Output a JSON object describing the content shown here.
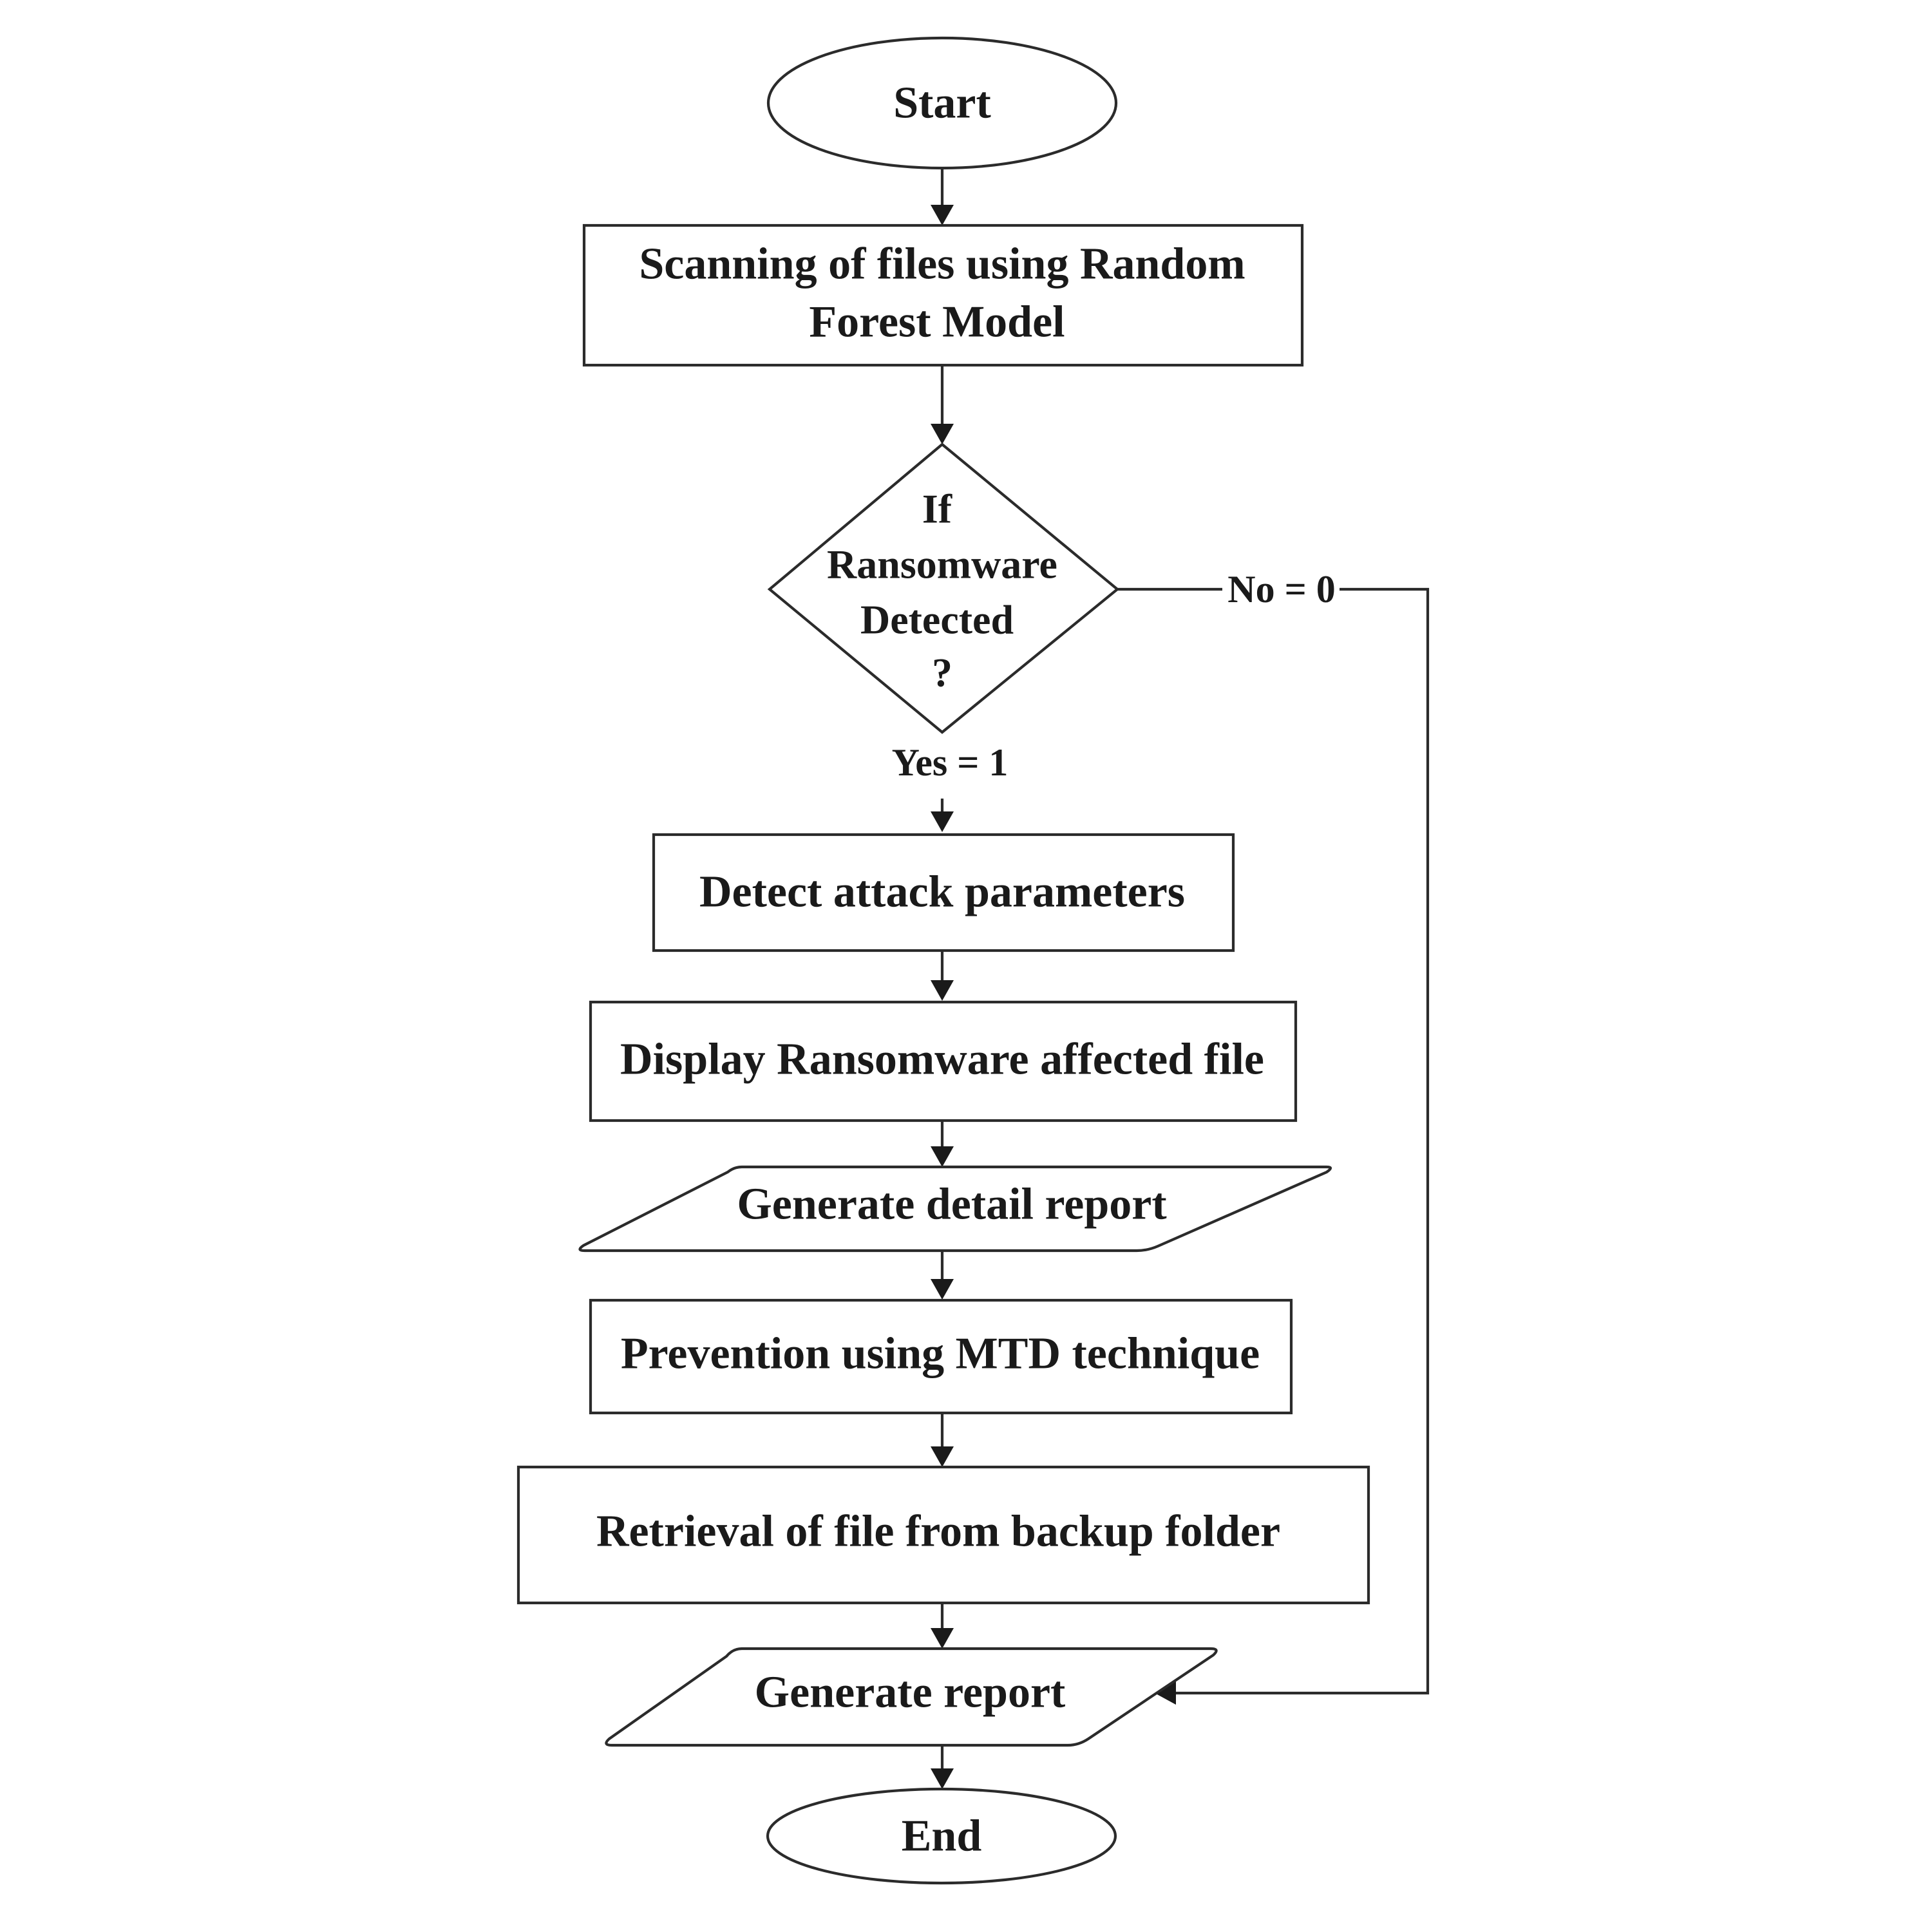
{
  "nodes": {
    "start": {
      "label": "Start",
      "shape": "terminator"
    },
    "scan": {
      "line1": "Scanning of files using Random",
      "line2": "Forest Model",
      "shape": "process"
    },
    "decision": {
      "line1": "If",
      "line2": "Ransomware",
      "line3": "Detected",
      "line4": "?",
      "shape": "decision"
    },
    "detect": {
      "label": "Detect attack parameters",
      "shape": "process"
    },
    "display": {
      "label": "Display Ransomware affected file",
      "shape": "process"
    },
    "detail_report": {
      "label": "Generate detail report",
      "shape": "data"
    },
    "prevention": {
      "label": "Prevention using MTD technique",
      "shape": "process"
    },
    "retrieval": {
      "label": "Retrieval of file from backup folder",
      "shape": "process"
    },
    "report": {
      "label": "Generate report",
      "shape": "data"
    },
    "end": {
      "label": "End",
      "shape": "terminator"
    }
  },
  "edges": {
    "yes_label": "Yes = 1",
    "no_label": "No = 0"
  },
  "colors": {
    "stroke": "#2b2b2b",
    "text": "#1a1a1a",
    "background": "#ffffff"
  }
}
